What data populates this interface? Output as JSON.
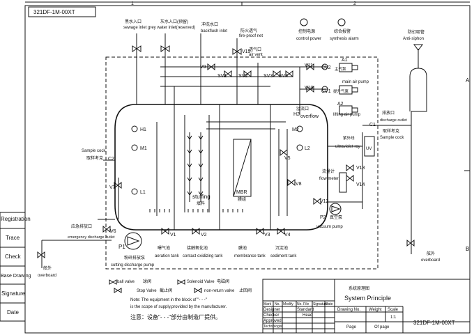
{
  "doc": {
    "code_top": "321DF-1M-00XT",
    "code_bottom": "321DF-1M-00XT",
    "title_cn": "系统原理图",
    "title_en": "System Principle"
  },
  "inlets": {
    "sewage_cn": "黑水入口",
    "sewage_en": "sewage inlet",
    "grey_cn": "灰水入口(预留)",
    "grey_en": "grey water inlet(reserved)",
    "backflush_cn": "冲洗水口",
    "backflush_en": "backflush inlet",
    "fireproof_cn": "防火透气",
    "fireproof_en": "fire-proof net",
    "airvent_cn": "透气口",
    "airvent_en": "air vent"
  },
  "indicators": {
    "control_cn": "控制电源",
    "control_en": "control power",
    "alarm_cn": "综合报警",
    "alarm_en": "synthesis alarm"
  },
  "antisiphon": {
    "cn": "防虹吸管",
    "en": "Anti-siphon"
  },
  "pumps": {
    "a1": "A1",
    "main_cn": "主气泵",
    "main_en": "main air pump",
    "a2": "A2",
    "lift_cn": "提升气泵",
    "lift_en": "lifting air pump",
    "p1": "P1",
    "p1_cn": "粉碎排放泵",
    "p1_en": "cutting discharge pump",
    "p2": "P2",
    "p2_cn": "真空泵",
    "p2_en": "vacuum pump"
  },
  "outlets": {
    "discharge_cn": "排放口",
    "discharge_en": "discharge outlet",
    "samplecock_r_cn": "取样考克",
    "samplecock_r_en": "Sample cock",
    "samplecock_l_en": "Sample cock",
    "samplecock_l_cn": "取样考克",
    "emergency_cn": "应急排放口",
    "emergency_en": "emergency discharge outlet",
    "overboard_l_cn": "舷外",
    "overboard_l_en": "overboard",
    "overboard_r_cn": "舷外",
    "overboard_r_en": "overboard"
  },
  "equipment": {
    "uv_cn": "紫外线",
    "uv_en": "ultraviolet ray",
    "uv_tag": "UV",
    "flow_cn": "流量计",
    "flow_en": "flow meter",
    "overflow_cn": "溢流口",
    "overflow_en": "overflow",
    "stuffing_en": "stuffing",
    "stuffing_cn": "填料",
    "mbr_en": "MBR",
    "mbr_cn": "膜组"
  },
  "tanks": {
    "aeration_cn": "曝气池",
    "aeration_en": "aeration tank",
    "contact_cn": "接触氧化池",
    "contact_en": "contact oxidizing tank",
    "membrane_cn": "膜池",
    "membrane_en": "membrance tank",
    "sediment_cn": "沉淀池",
    "sediment_en": "sediment tank"
  },
  "tags": {
    "v1": "V1",
    "v2": "V2",
    "v3": "V3",
    "v4": "V4",
    "v5": "V5",
    "v6": "V6",
    "v7": "V7",
    "v8": "V8",
    "v9": "V9",
    "v10": "V10",
    "v11": "V11",
    "v12": "V12",
    "v13": "V13",
    "v14": "V14",
    "v15": "V15",
    "sv1": "SV1",
    "sv2": "SV2",
    "sv3": "SV3",
    "sv4": "SV4",
    "cv1": "CV1",
    "cv2": "CV2",
    "h1": "H1",
    "h2": "H2",
    "m1": "M1",
    "m2": "M2",
    "l1": "L1",
    "l2": "L2",
    "c1": "C1",
    "c2": "C2"
  },
  "legend": {
    "ball_en": "ball valve",
    "ball_cn": "球阀",
    "solenoid_en": "Solenoid Valve",
    "solenoid_cn": "电磁阀",
    "stop_en": "Stop Valve",
    "stop_cn": "截止阀",
    "nonreturn_en": "non-return valve",
    "nonreturn_cn": "止回阀",
    "note_line1": "Note: The equipment in the block of \"- - -\"",
    "note_line2": "is the scope of supply,provided by the manufacturer.",
    "note_cn": "注意：设备\"- - -\"部分由制造厂提供。"
  },
  "side_panel": [
    "Registration",
    "Trace",
    "Check",
    "Base Drawing",
    "Signature",
    "Date"
  ],
  "grid": {
    "top1": "1",
    "top2": "2",
    "a": "A",
    "b": "B"
  },
  "titleblock": {
    "mark": "Mark",
    "no": "No.",
    "modify": "Modify",
    "no_file": "No. File",
    "signature": "Signature",
    "date": "Date",
    "designer": "Designer",
    "standard": "Standard",
    "checker": "Checker",
    "head": "Head",
    "approved": "Approved",
    "technologist": "Technologist",
    "drawing_no": "Drawing No.",
    "weight": "Weight",
    "scale": "Scale",
    "scale_val": "1:1",
    "page": "Page",
    "of_page": "Of page"
  }
}
